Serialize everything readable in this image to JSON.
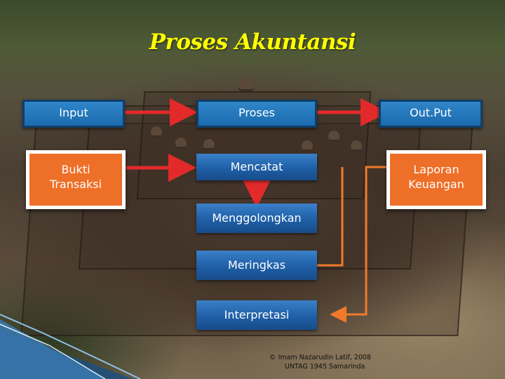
{
  "title": "Proses Akuntansi",
  "top_row": {
    "input": "Input",
    "proses": "Proses",
    "output": "Out.Put"
  },
  "left_card": {
    "line1": "Bukti",
    "line2": "Transaksi"
  },
  "right_card": {
    "line1": "Laporan",
    "line2": "Keuangan"
  },
  "steps": [
    "Mencatat",
    "Menggolongkan",
    "Meringkas",
    "Interpretasi"
  ],
  "footer": {
    "line1": "© Imam Nazarudin Latif, 2008",
    "line2": "UNTAG 1945 Samarinda"
  },
  "colors": {
    "title": "#ffff00",
    "arrow": "#e32a2a",
    "connector": "#f07a2a",
    "blue_box": "#1f5fa6",
    "orange_box": "#ee6f27"
  }
}
